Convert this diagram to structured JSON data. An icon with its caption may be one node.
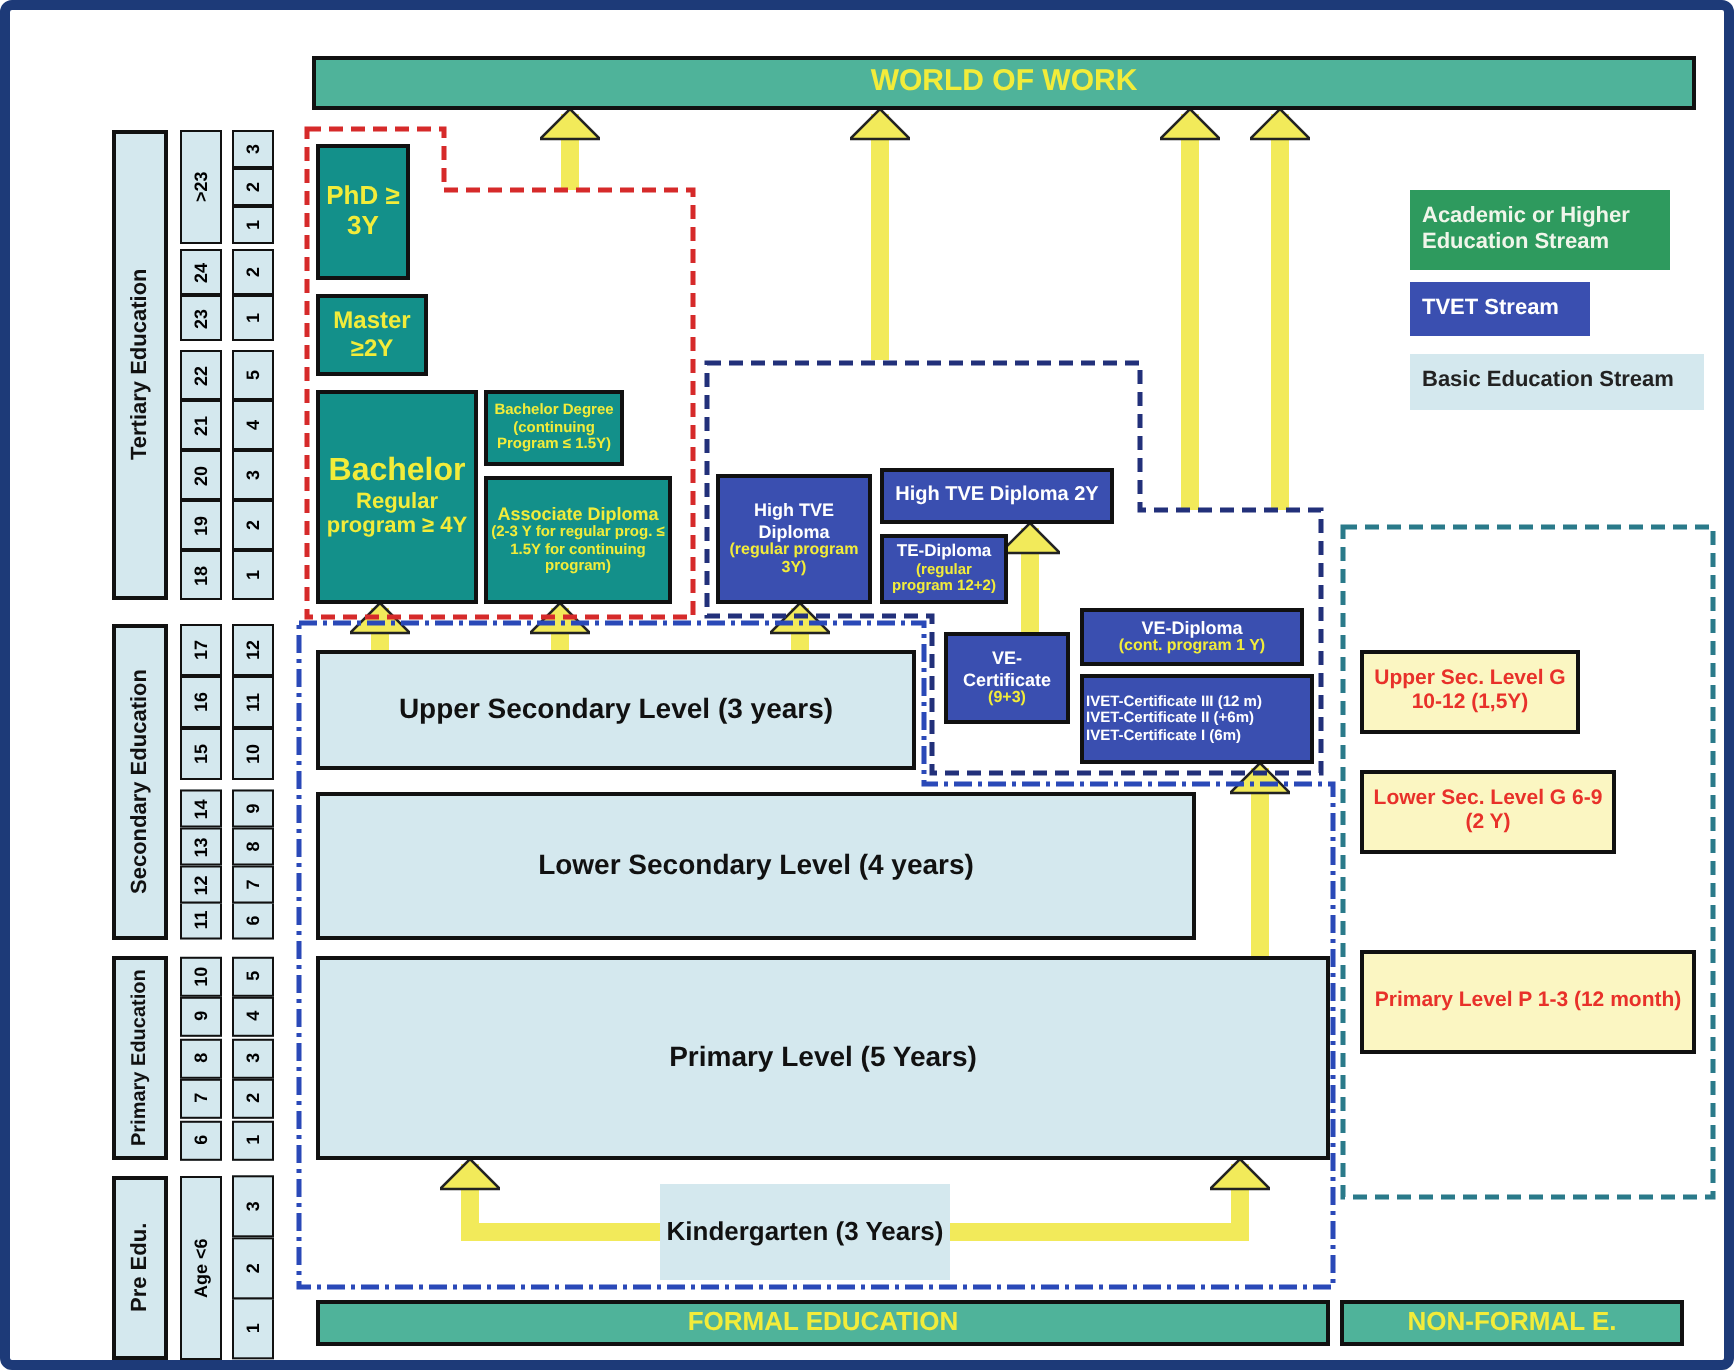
{
  "diagram": {
    "nodes": [
      {
        "text": [
          "WORLD OF WORK"
        ]
      },
      {
        "text": [
          "Tertiary Education"
        ]
      },
      {
        "text": [],
        "shape": "box"
      },
      {
        "text": [
          "PhD ≥ 3Y"
        ],
        "in": 2
      },
      {
        "text": [
          "Master ≥2Y"
        ],
        "in": 2
      },
      {
        "text": [
          "Bachelor",
          "Regular program ≥ 4Y"
        ],
        "in": 2
      },
      {
        "text": [
          "Bachelor Degree (continuing Program ≤ 1.5Y)"
        ],
        "in": 2
      },
      {
        "text": [
          "Associate Diploma",
          "(2-3 Y for regular prog. ≤ 1.5Y for continuing program)"
        ],
        "in": 2
      },
      {
        "text": [],
        "shape": "box"
      },
      {
        "text": [
          "High TVE Diploma",
          "(regular program 3Y)"
        ],
        "in": 8
      },
      {
        "text": [
          "High TVE Diploma 2Y"
        ],
        "in": 8
      },
      {
        "text": [
          "TE-Diploma",
          "(regular program 12+2)"
        ],
        "in": 8
      },
      {
        "text": [
          "VE-Certificate",
          "(9+3)"
        ],
        "in": 8
      },
      {
        "text": [
          "VE-Diploma",
          "(cont. program 1 Y)"
        ],
        "in": 8
      },
      {
        "text": [
          "IVET-Certificate III (12 m)",
          "IVET-Certificate II (+6m)",
          "IVET-Certificate I (6m)"
        ],
        "in": 8
      },
      {
        "text": [
          "Secondary Education"
        ]
      },
      {
        "text": [],
        "shape": "box"
      },
      {
        "text": [
          "Upper Secondary Level (3 years)"
        ],
        "in": 16
      },
      {
        "text": [
          "Lower Secondary Level (4 years)"
        ],
        "in": 16
      },
      {
        "text": [
          "Primary Education"
        ]
      },
      {
        "text": [
          "Primary Level (5 Years)"
        ],
        "in": 16
      },
      {
        "text": [
          "Pre Edu."
        ]
      },
      {
        "text": [
          "Kindergarten (3 Years)"
        ],
        "in": 16
      },
      {
        "text": [],
        "shape": "box"
      },
      {
        "text": [
          "Upper Sec. Level G 10-12 (1,5Y)"
        ],
        "in": 23
      },
      {
        "text": [
          "Lower Sec. Level G 6-9 (2 Y)"
        ],
        "in": 23
      },
      {
        "text": [
          "Primary Level P 1-3 (12 month)"
        ],
        "in": 23
      },
      {
        "text": [
          "FORMAL EDUCATION"
        ]
      },
      {
        "text": [
          "NON-FORMAL E."
        ]
      }
    ],
    "edges": [
      {
        "from": 2,
        "to": 0,
        "arrow": "to"
      },
      {
        "from": 8,
        "to": 0,
        "arrow": "to"
      },
      {
        "from": 8,
        "to": 0,
        "arrow": "to"
      },
      {
        "from": 8,
        "to": 0,
        "arrow": "to"
      },
      {
        "from": 12,
        "to": 10,
        "arrow": "to"
      },
      {
        "from": 17,
        "to": 5,
        "arrow": "to"
      },
      {
        "from": 17,
        "to": 7,
        "arrow": "to"
      },
      {
        "from": 17,
        "to": 9,
        "arrow": "to"
      },
      {
        "from": 20,
        "to": 14,
        "arrow": "to"
      },
      {
        "from": 22,
        "to": 20,
        "arrow": "to"
      },
      {
        "from": 22,
        "to": 20,
        "arrow": "to"
      }
    ],
    "labels": [
      "18",
      "19",
      "20",
      "21",
      "22",
      "23",
      "24",
      ">23",
      "1",
      "2",
      "3",
      "4",
      "5",
      "1",
      "2",
      "1",
      "2",
      "3",
      "11",
      "12",
      "13",
      "14",
      "15",
      "16",
      "17",
      "6",
      "7",
      "8",
      "9",
      "10",
      "11",
      "12",
      "6",
      "7",
      "8",
      "9",
      "10",
      "1",
      "2",
      "3",
      "4",
      "5",
      "Age <6",
      "1",
      "2",
      "3"
    ],
    "legend": [
      {
        "text": "Academic or Higher Education Stream",
        "color": "#2e9a5e"
      },
      {
        "text": "TVET Stream",
        "color": "#3a4fb0"
      },
      {
        "text": "Basic Education Stream",
        "color": "#d4e8ee"
      }
    ]
  }
}
